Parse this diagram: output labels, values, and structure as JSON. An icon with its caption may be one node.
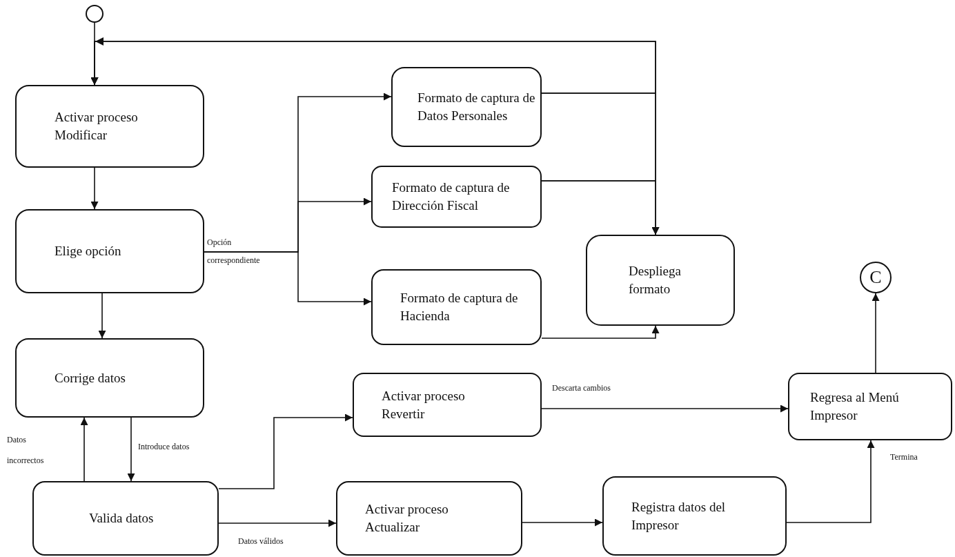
{
  "diagram": {
    "nodes": [
      {
        "text": [],
        "shape": "circle"
      },
      {
        "text": [
          "Activar proceso Modificar"
        ]
      },
      {
        "text": [
          "Elige opción"
        ]
      },
      {
        "text": [
          "Corrige datos"
        ]
      },
      {
        "text": [
          "Valida datos"
        ]
      },
      {
        "text": [
          "Formato de captura de Datos Personales"
        ]
      },
      {
        "text": [
          "Formato de captura de Dirección Fiscal"
        ]
      },
      {
        "text": [
          "Formato de captura de Hacienda"
        ]
      },
      {
        "text": [
          "Despliega formato"
        ]
      },
      {
        "text": [
          "Activar proceso Revertir"
        ]
      },
      {
        "text": [
          "Activar proceso Actualizar"
        ]
      },
      {
        "text": [
          "Registra datos del Impresor"
        ]
      },
      {
        "text": [
          "Regresa al Menú Impresor"
        ]
      },
      {
        "text": [
          "C"
        ]
      }
    ],
    "edges": [
      {
        "from": 0,
        "to": 1,
        "arrow": "to"
      },
      {
        "from": 1,
        "to": 2,
        "arrow": "to"
      },
      {
        "from": 2,
        "to": 5,
        "arrow": "to"
      },
      {
        "from": 2,
        "to": 6,
        "arrow": "to",
        "label": "Opción correspondiente"
      },
      {
        "from": 2,
        "to": 7,
        "arrow": "to"
      },
      {
        "from": 5,
        "to": 8,
        "arrow": "to"
      },
      {
        "from": 6,
        "to": 8,
        "arrow": "to"
      },
      {
        "from": 7,
        "to": 8,
        "arrow": "to"
      },
      {
        "from": 5,
        "to": 1,
        "arrow": "to"
      },
      {
        "from": 6,
        "to": 1,
        "arrow": "to"
      },
      {
        "from": 2,
        "to": 3,
        "arrow": "to"
      },
      {
        "from": 3,
        "to": 4,
        "arrow": "to",
        "label": "Introduce datos"
      },
      {
        "from": 4,
        "to": 3,
        "arrow": "to",
        "label": "Datos incorrectos"
      },
      {
        "from": 4,
        "to": 9,
        "arrow": "to"
      },
      {
        "from": 4,
        "to": 10,
        "arrow": "to",
        "label": "Datos válidos"
      },
      {
        "from": 9,
        "to": 12,
        "arrow": "to",
        "label": "Descarta cambios"
      },
      {
        "from": 10,
        "to": 11,
        "arrow": "to"
      },
      {
        "from": 11,
        "to": 12,
        "arrow": "to",
        "label": "Termina"
      },
      {
        "from": 12,
        "to": 13,
        "arrow": "to"
      }
    ]
  }
}
